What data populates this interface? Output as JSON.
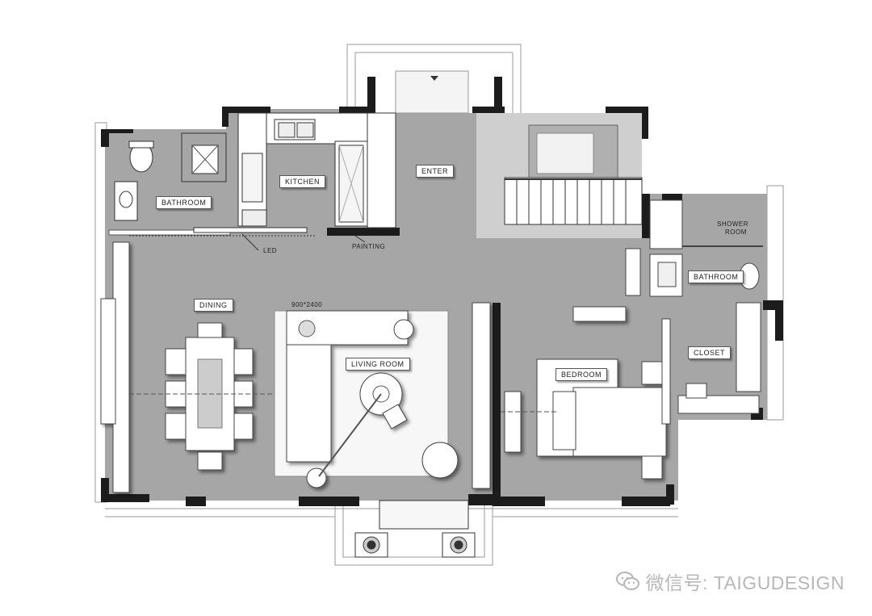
{
  "rooms": {
    "bathroom_left": "BATHROOM",
    "kitchen": "KITCHEN",
    "enter": "ENTER",
    "dining": "DINING",
    "living": "LIVING ROOM",
    "bedroom": "BEDROOM",
    "closet": "CLOSET",
    "bathroom_right": "BATHROOM",
    "shower_line1": "SHOWER",
    "shower_line2": "ROOM"
  },
  "annotations": {
    "led": "LED",
    "painting": "PAINTING",
    "rug_size": "900*2400"
  },
  "watermark": {
    "text": "微信号: TAIGUDESIGN",
    "icon": "wechat-icon"
  },
  "colors": {
    "floor": "#a6a6a6",
    "wall": "#1c1c1c",
    "furniture": "#ffffff",
    "outline": "#9a9a9a",
    "watermark": "#b7b7b7"
  }
}
